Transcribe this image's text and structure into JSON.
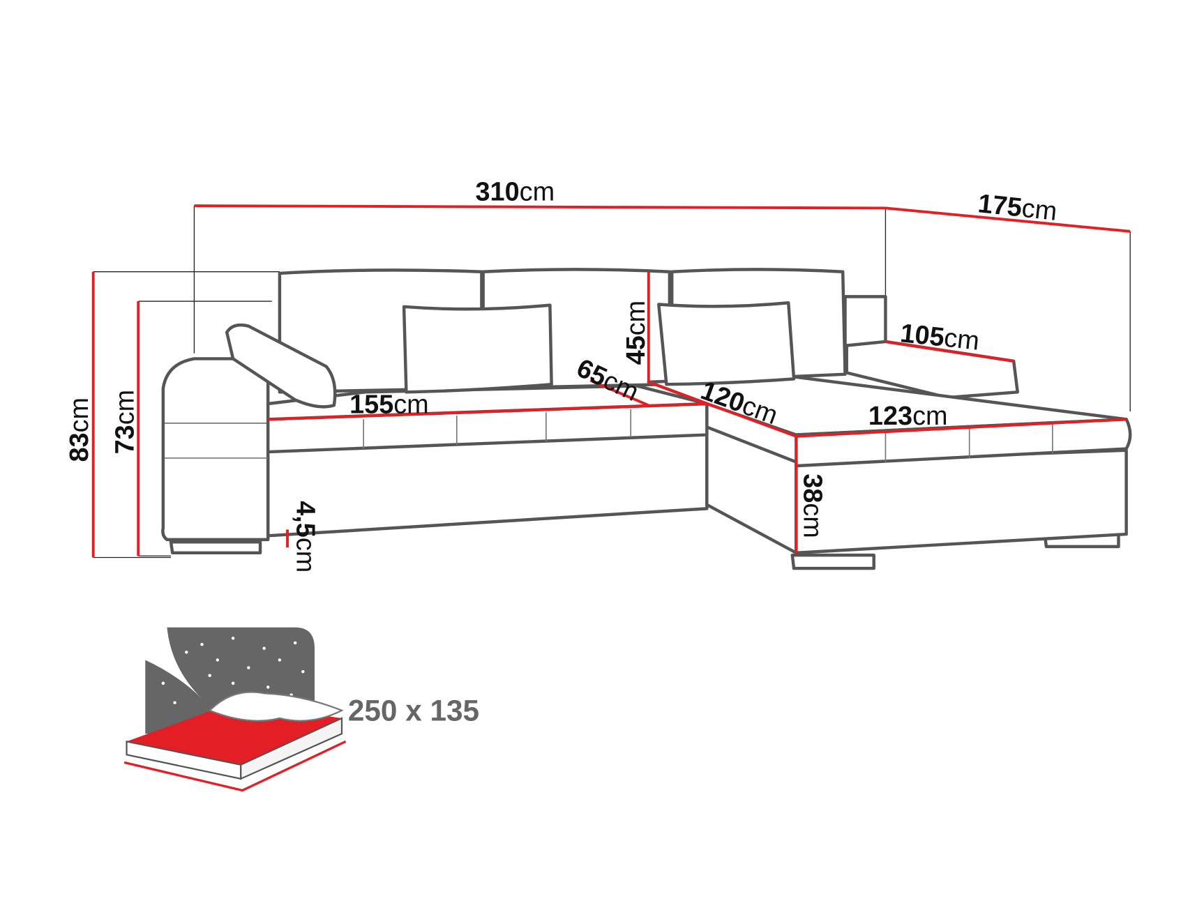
{
  "dimensions": {
    "total_width": {
      "value": "310",
      "unit": "cm"
    },
    "chaise_depth": {
      "value": "175",
      "unit": "cm"
    },
    "height_total": {
      "value": "83",
      "unit": "cm"
    },
    "height_armrest": {
      "value": "73",
      "unit": "cm"
    },
    "leg_height": {
      "value": "4,5",
      "unit": "cm"
    },
    "seat_width": {
      "value": "155",
      "unit": "cm"
    },
    "seat_depth": {
      "value": "65",
      "unit": "cm"
    },
    "backrest_height": {
      "value": "45",
      "unit": "cm"
    },
    "chaise_length": {
      "value": "120",
      "unit": "cm"
    },
    "chaise_width": {
      "value": "123",
      "unit": "cm"
    },
    "chaise_back": {
      "value": "105",
      "unit": "cm"
    },
    "seat_height": {
      "value": "38",
      "unit": "cm"
    }
  },
  "bed": {
    "size": "250 x 135",
    "icon": "sleeping-bed-icon"
  },
  "colors": {
    "measure": "#e31e24",
    "outline": "#555555",
    "bed_fill": "#e31e24",
    "night": "#666666"
  }
}
